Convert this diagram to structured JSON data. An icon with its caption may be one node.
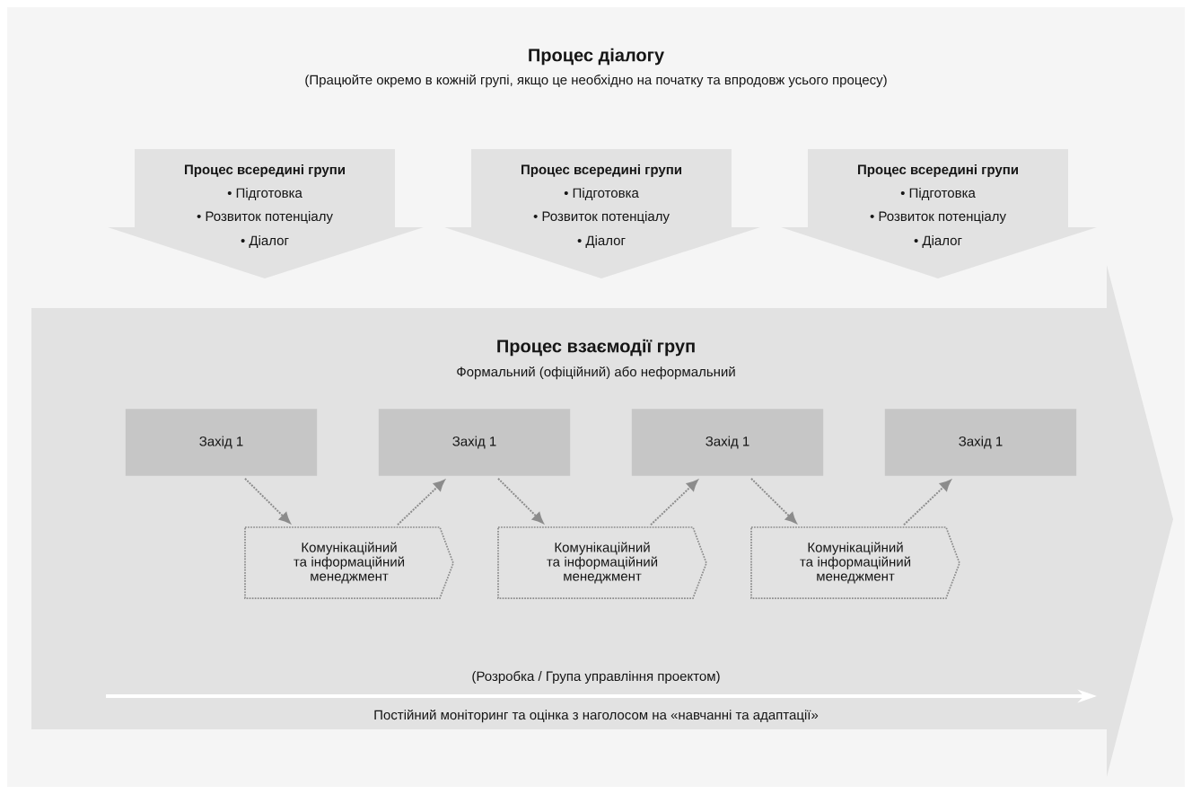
{
  "diagram": {
    "title": "Процес діалогу",
    "nodes": [
      {
        "text": [
          "Процес всередині групи",
          "• Підготовка",
          "• Розвиток потенціалу",
          "• Діалог"
        ]
      },
      {
        "text": [
          "Процес всередині групи",
          "• Підготовка",
          "• Розвиток потенціалу",
          "• Діалог"
        ]
      },
      {
        "text": [
          "Процес всередині групи",
          "• Підготовка",
          "• Розвиток потенціалу",
          "• Діалог"
        ]
      },
      {
        "text": [
          "Процес взаємодії груп",
          "Формальний (офіційний) або неформальний",
          "(Розробка / Група управління проектом)",
          "Постійний моніторинг та оцінка з наголосом на «навчанні та адаптації»"
        ]
      },
      {
        "text": [
          "Захід 1"
        ],
        "in": 3
      },
      {
        "text": [
          "Захід 1"
        ],
        "in": 3
      },
      {
        "text": [
          "Захід 1"
        ],
        "in": 3
      },
      {
        "text": [
          "Захід 1"
        ],
        "in": 3
      },
      {
        "text": [
          "Комунікаційний та інформаційний менеджмент"
        ],
        "in": 3
      },
      {
        "text": [
          "Комунікаційний та інформаційний менеджмент"
        ],
        "in": 3
      },
      {
        "text": [
          "Комунікаційний та інформаційний менеджмент"
        ],
        "in": 3
      }
    ],
    "edges": [
      {
        "from": 4,
        "to": 8,
        "arrow": "to",
        "style": "dashed"
      },
      {
        "from": 8,
        "to": 5,
        "arrow": "to",
        "style": "dashed"
      },
      {
        "from": 5,
        "to": 9,
        "arrow": "to",
        "style": "dashed"
      },
      {
        "from": 9,
        "to": 6,
        "arrow": "to",
        "style": "dashed"
      },
      {
        "from": 6,
        "to": 10,
        "arrow": "to",
        "style": "dashed"
      },
      {
        "from": 10,
        "to": 7,
        "arrow": "to",
        "style": "dashed"
      }
    ],
    "labels": [
      "(Працюйте окремо в кожній групі, якщо це необхідно на початку та впродовж усього процесу)"
    ]
  }
}
